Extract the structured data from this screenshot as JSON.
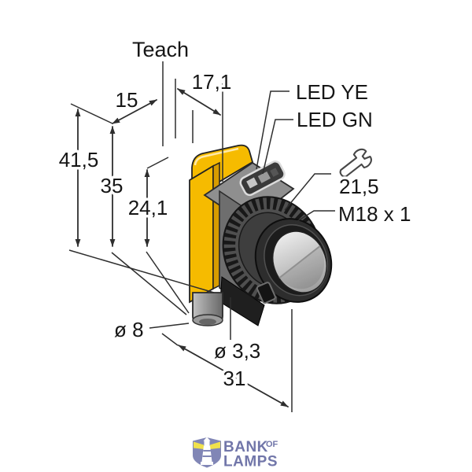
{
  "diagram": {
    "title_label": "Teach",
    "dimensions": {
      "top_width": "15",
      "top_depth": "17,1",
      "overall_height": "41,5",
      "body_height": "35",
      "hole_center_height": "24,1",
      "overall_depth": "31"
    },
    "callouts": {
      "led_yellow": "LED YE",
      "led_green": "LED GN",
      "wrench_flats": "21,5",
      "thread_spec": "M18 x 1",
      "connector_diameter": "ø 8",
      "mounting_hole_diameter": "ø 3,3"
    },
    "colors": {
      "body_yellow": "#F6BB00",
      "body_yellow_shade": "#D89C00",
      "housing_gray": "#8F8F8F",
      "barrel_black": "#2D2D2D",
      "lens_gray": "#C9C9C9",
      "line_color": "#2E2E2E"
    }
  },
  "logo": {
    "line1": "BANK",
    "line1_suffix": "OF",
    "line2": "LAMPS",
    "text_color": "#7176A9",
    "shield_color": "#8186B6",
    "beam_yellow": "#F0E14C"
  }
}
